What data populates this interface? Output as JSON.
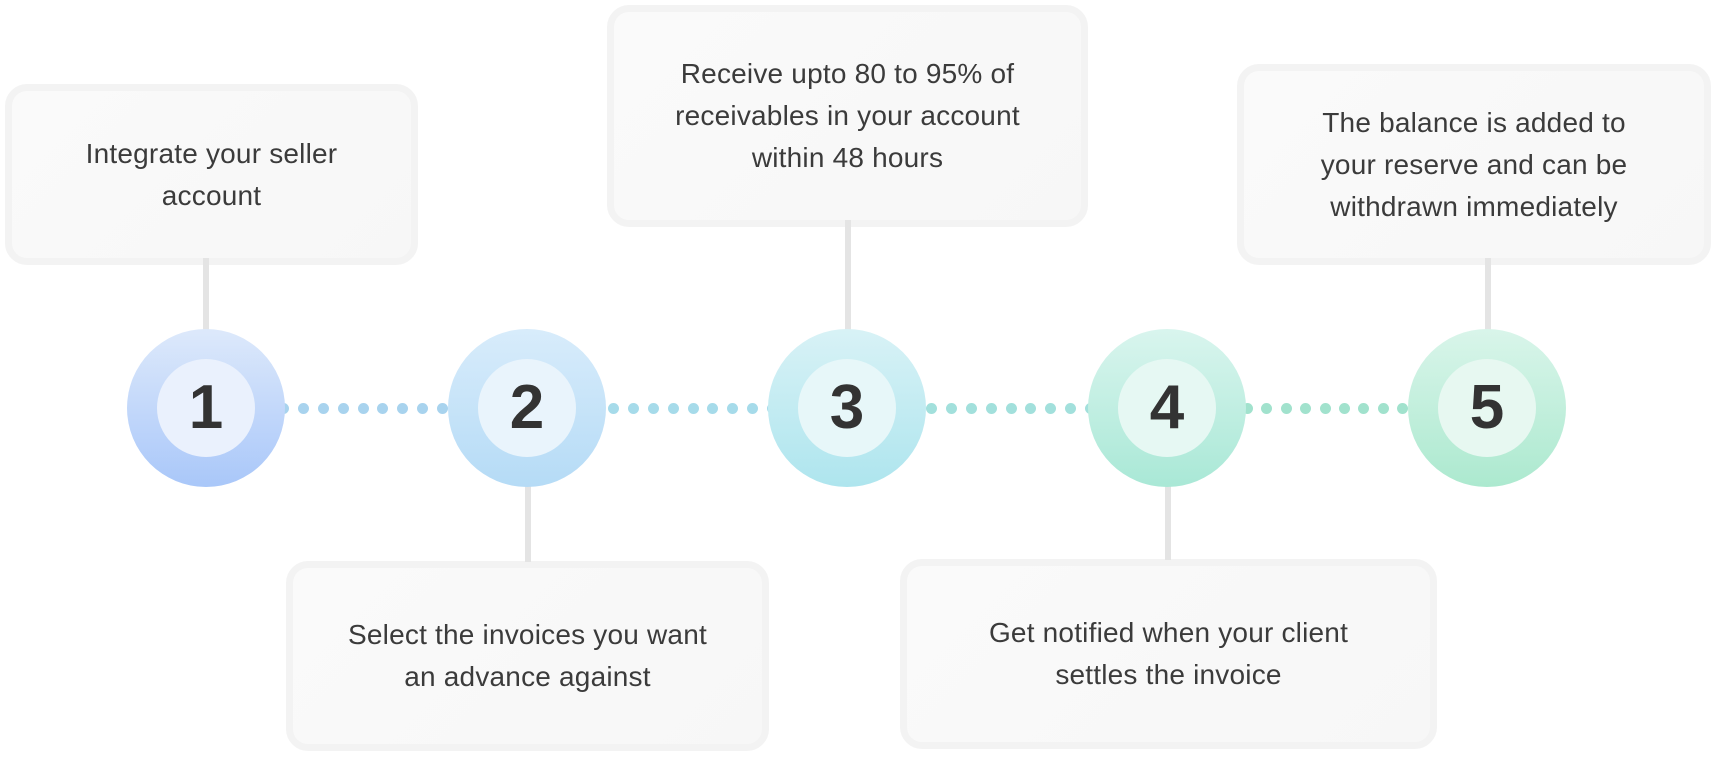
{
  "steps": [
    {
      "number": "1",
      "text": "Integrate your seller account"
    },
    {
      "number": "2",
      "text": "Select the invoices you want an advance against"
    },
    {
      "number": "3",
      "text": "Receive upto 80 to 95% of receivables in your account within 48 hours"
    },
    {
      "number": "4",
      "text": "Get notified when your client settles the invoice"
    },
    {
      "number": "5",
      "text": "The balance is added to your reserve and can be withdrawn immediately"
    }
  ],
  "colors": {
    "step_1": "#a9c7f9",
    "step_2": "#b5dbf6",
    "step_3": "#aee5ee",
    "step_4": "#a9e8d6",
    "step_5": "#ace9cf",
    "text": "#333333",
    "card_border": "#f3f3f3"
  }
}
